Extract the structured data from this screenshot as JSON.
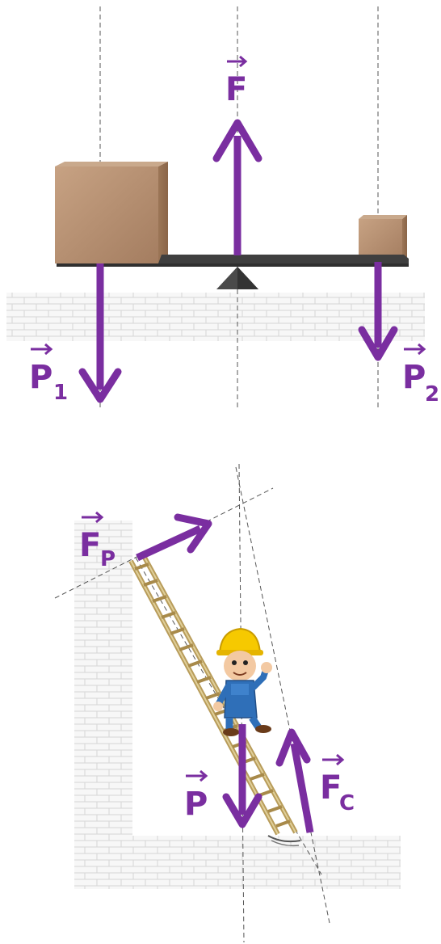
{
  "top_diagram": {
    "labels": {
      "force_up": "F",
      "weight_left": "P",
      "weight_left_sub": "1",
      "weight_right": "P",
      "weight_right_sub": "2"
    }
  },
  "bottom_diagram": {
    "labels": {
      "wall_reaction": "F",
      "wall_reaction_sub": "P",
      "weight": "P",
      "ground_reaction": "F",
      "ground_reaction_sub": "C"
    }
  },
  "colors": {
    "force_arrow": "#7a2ea0",
    "brick_line": "#d9d9d9",
    "board": "#3f3f3f",
    "box_face": "#b38b6d",
    "ladder": "#c9b37a"
  }
}
